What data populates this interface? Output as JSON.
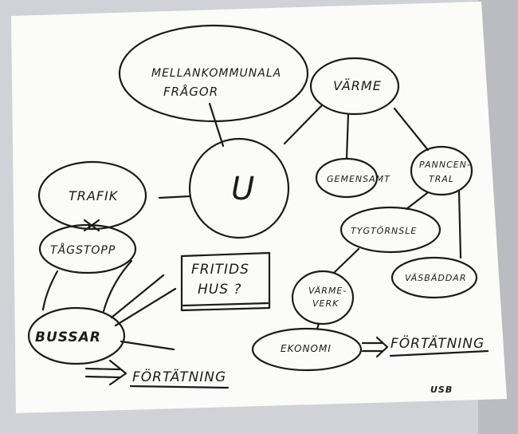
{
  "photo": {
    "wall_color": "#cfd2d6",
    "paper_color": "#fbfbf8",
    "ink_color": "#1b1b1b"
  },
  "nodes": {
    "center": "U",
    "mellankommunala": [
      "MELLANKOMMUNALA",
      "FRÅGOR"
    ],
    "varme": "VÄRME",
    "gemensamt": "GEMENSAMT",
    "panncentral": [
      "PANNCEN-",
      "TRAL"
    ],
    "trafik": "TRAFIK",
    "tagstopp": "TÅGSTOPP",
    "bussar": "BUSSAR",
    "fritidshus": [
      "FRITIDS",
      "HUS ?"
    ],
    "tygtomsle": "TYGTÖRNSLE",
    "varmeverk": [
      "VÄRME-",
      "VERK"
    ],
    "vasbaddar": "VÄSBÄDDAR",
    "ekonomi": "EKONOMI",
    "fortatning_right": "FÖRTÄTNING",
    "fortatning_left": "FÖRTÄTNING"
  },
  "arrows": {
    "right_symbol": "=>",
    "left_symbol": "=>"
  },
  "signature": "USB"
}
